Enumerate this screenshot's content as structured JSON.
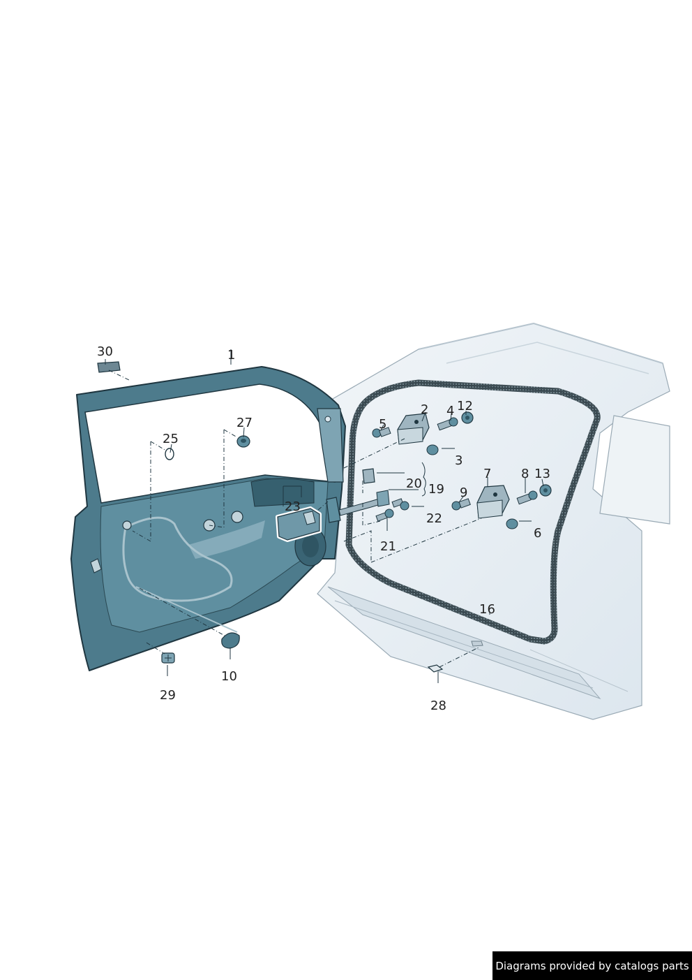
{
  "diagram": {
    "callouts": [
      "30",
      "1",
      "25",
      "27",
      "2",
      "4",
      "12",
      "5",
      "3",
      "20",
      "19",
      "23",
      "7",
      "8",
      "13",
      "9",
      "22",
      "21",
      "6",
      "16",
      "10",
      "29",
      "28"
    ]
  },
  "credit": "Diagrams provided by catalogs parts",
  "colors": {
    "door_panel": "#4d7b8c",
    "door_light": "#7ea4b3",
    "body_shell": "#e6eef4",
    "seal": "#4a5a60",
    "line": "#2a3a42"
  }
}
